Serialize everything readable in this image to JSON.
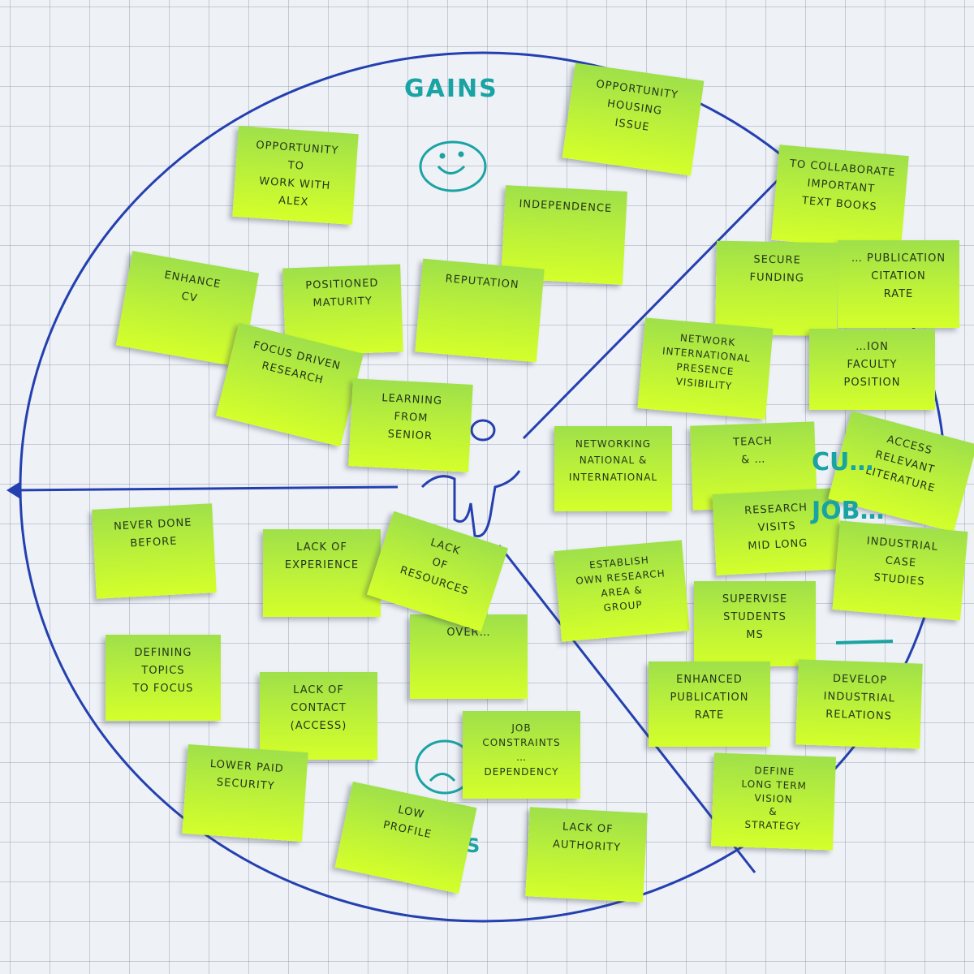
{
  "board": {
    "gains_label": "GAINS",
    "jobs_label": "CU… JOB…",
    "pains_label": "S",
    "ink_color": "#2440b0",
    "marker_color": "#1aa3a3",
    "note_color": "#b8ef3c"
  },
  "notes": [
    {
      "text": "Opportunity\nto\nwork with\nAlex"
    },
    {
      "text": "Opportunity\nhousing\nissue"
    },
    {
      "text": "Independence"
    },
    {
      "text": "To collaborate\nimportant\ntext books"
    },
    {
      "text": "Secure\nfunding"
    },
    {
      "text": "… publication\ncitation\nrate"
    },
    {
      "text": "Network\ninternational\npresence\nvisibility"
    },
    {
      "text": "…ion\nfaculty\nposition"
    },
    {
      "text": "Enhance\nCV"
    },
    {
      "text": "Positioned\nmaturity"
    },
    {
      "text": "Reputation"
    },
    {
      "text": "Focus driven\nresearch"
    },
    {
      "text": "Learning\nfrom\nsenior"
    },
    {
      "text": "Networking\nnational &\ninternational"
    },
    {
      "text": "Teach\n& …"
    },
    {
      "text": "Access\nrelevant\nliterature"
    },
    {
      "text": "Research\nvisits\nmid long"
    },
    {
      "text": "Establish\nown research\narea &\ngroup"
    },
    {
      "text": "Supervise\nstudents\nMS"
    },
    {
      "text": "Industrial\ncase\nstudies"
    },
    {
      "text": "Enhanced\npublication\nrate"
    },
    {
      "text": "Develop\nindustrial\nrelations"
    },
    {
      "text": "Define\nlong term\nvision\n&\nstrategy"
    },
    {
      "text": "Never done\nbefore"
    },
    {
      "text": "Lack of\nexperience"
    },
    {
      "text": "Lack\nof\nresources"
    },
    {
      "text": "Over…"
    },
    {
      "text": "Defining\ntopics\nto focus"
    },
    {
      "text": "Lack of\ncontact\n(access)"
    },
    {
      "text": "Lower paid\nsecurity"
    },
    {
      "text": "Low\nprofile"
    },
    {
      "text": "Job\nconstraints\n…\ndependency"
    },
    {
      "text": "Lack of\nauthority"
    }
  ]
}
